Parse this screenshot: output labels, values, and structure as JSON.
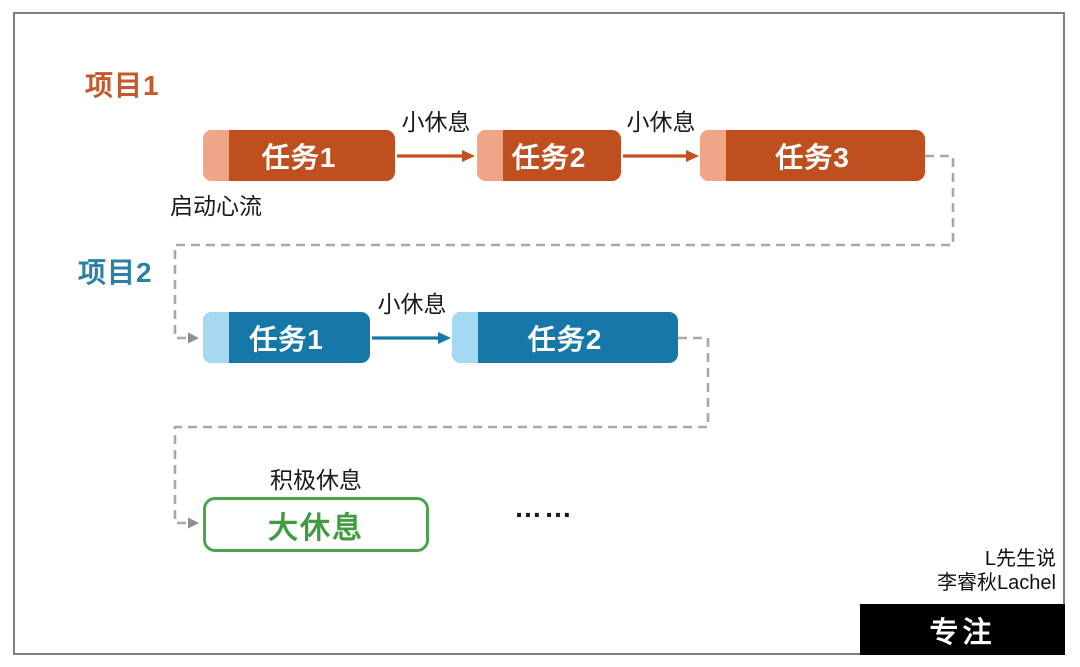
{
  "colors": {
    "project1_accent": "#C5582A",
    "project1_box": "#C04F20",
    "project1_cap": "#F0A586",
    "project1_arrow": "#C0511F",
    "project2_accent": "#2B80A5",
    "project2_box": "#1678A8",
    "project2_cap": "#A5D9F2",
    "big_rest_border": "#4CA44C",
    "big_rest_text": "#3F9C3F",
    "connector_gray": "#A8A8A8",
    "frame_border": "#7F7F7F",
    "badge_bg": "#000000",
    "badge_text": "#FFFFFF"
  },
  "project1": {
    "title": "项目1",
    "tasks": [
      "任务1",
      "任务2",
      "任务3"
    ],
    "rest_labels": [
      "小休息",
      "小休息"
    ],
    "flow_note": "启动心流"
  },
  "project2": {
    "title": "项目2",
    "tasks": [
      "任务1",
      "任务2"
    ],
    "rest_labels": [
      "小休息"
    ]
  },
  "big_rest": {
    "note": "积极休息",
    "label": "大休息"
  },
  "ellipsis": "……",
  "footer": {
    "byline1": "L先生说",
    "byline2": "李睿秋Lachel",
    "badge": "专注"
  }
}
